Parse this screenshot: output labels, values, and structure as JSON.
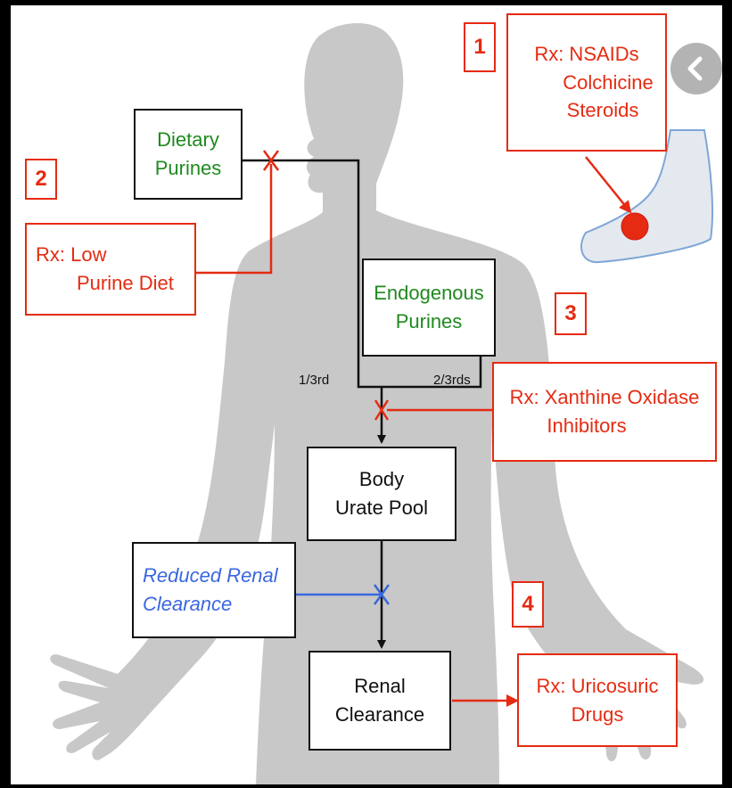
{
  "boxes": {
    "dietary": [
      "Dietary",
      "Purines"
    ],
    "endogenous": [
      "Endogenous",
      "Purines"
    ],
    "urate_pool": [
      "Body",
      "Urate Pool"
    ],
    "renal_clearance": [
      "Renal",
      "Clearance"
    ],
    "reduced_renal": [
      "Reduced Renal",
      "Clearance"
    ],
    "rx1": [
      "Rx: NSAIDs",
      "Colchicine",
      "Steroids"
    ],
    "rx2": [
      "Rx: Low",
      "Purine Diet"
    ],
    "rx3": [
      "Rx: Xanthine Oxidase",
      "Inhibitors"
    ],
    "rx4": [
      "Rx: Uricosuric",
      "Drugs"
    ]
  },
  "numbers": {
    "n1": "1",
    "n2": "2",
    "n3": "3",
    "n4": "4"
  },
  "labels": {
    "one_third": "1/3rd",
    "two_thirds": "2/3rds"
  },
  "colors": {
    "red": "#e52b12",
    "green": "#1f8a1f",
    "blue": "#3a67e0",
    "body": "#c8c8c8",
    "foot_outline": "#7fa6d6"
  },
  "back_button": "chevron-left-icon"
}
